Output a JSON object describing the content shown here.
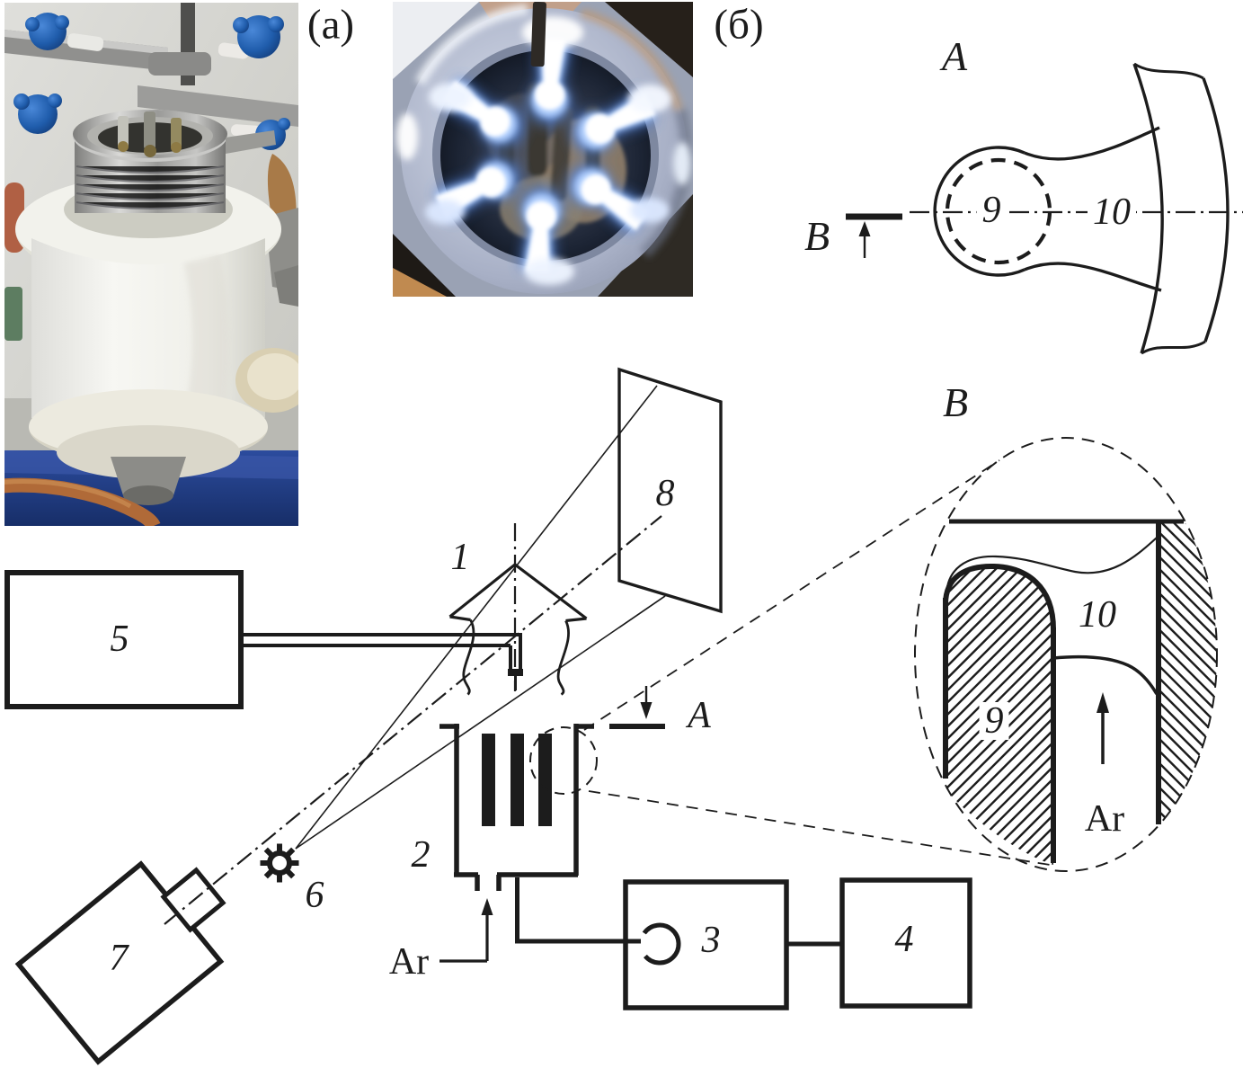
{
  "figure": {
    "panel_photo_apparatus_label": "(a)",
    "panel_photo_discharge_label": "(б)",
    "view_a": {
      "title": "A",
      "section_arrow_label": "B",
      "part_electrode": "9",
      "part_channel": "10"
    },
    "detail_b": {
      "title": "B",
      "part_channel": "10",
      "part_electrode": "9",
      "gas_label": "Ar"
    },
    "schematic": {
      "n1": "1",
      "n2": "2",
      "n3": "3",
      "n4": "4",
      "n5": "5",
      "n6": "6",
      "n7": "7",
      "n8": "8",
      "gas_label": "Ar",
      "section_arrow_label": "A"
    },
    "colors": {
      "line": "#1c1c1c",
      "background": "#ffffff",
      "photo_base_blue": "#24418c",
      "knob_blue": "#1f5cab",
      "plasma_glow": "#bcd8ff",
      "ptfe_white": "#f4f4ef"
    }
  }
}
